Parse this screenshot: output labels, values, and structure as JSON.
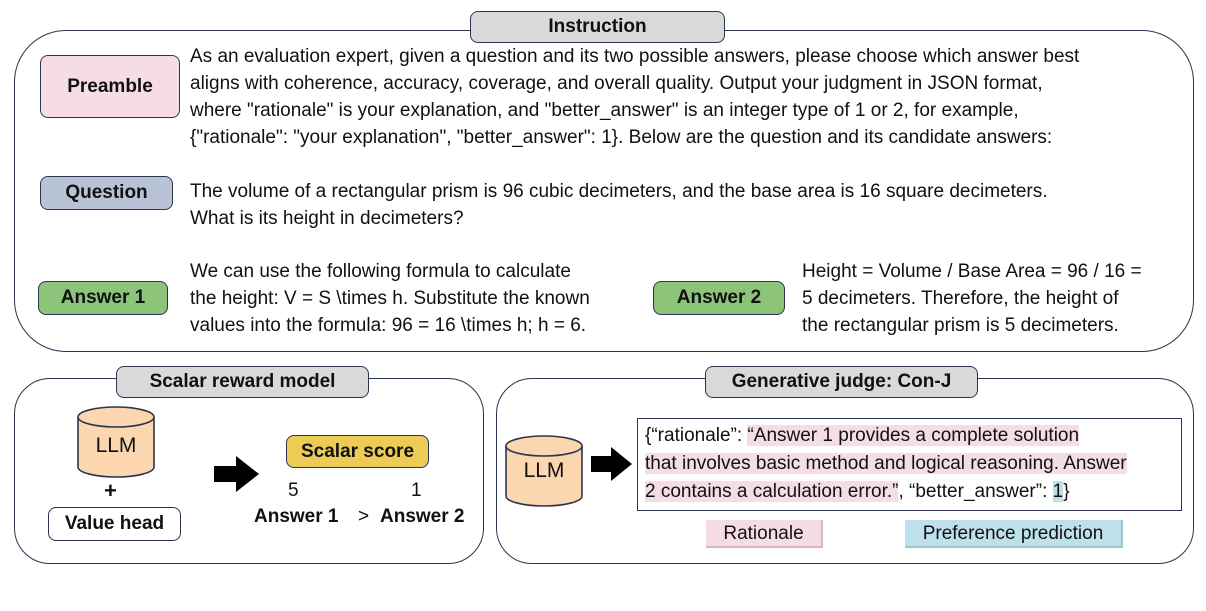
{
  "instruction": {
    "title": "Instruction",
    "preamble_tag": "Preamble",
    "preamble_lines": [
      "As an evaluation expert, given a question and its two possible answers, please choose which answer best",
      "aligns with coherence, accuracy, coverage, and overall quality. Output your judgment in JSON format,",
      "where \"rationale\" is your explanation, and \"better_answer\" is an integer type of 1 or 2, for example,",
      "{\"rationale\": \"your explanation\", \"better_answer\": 1}. Below are the question and its candidate answers:"
    ],
    "question_tag": "Question",
    "question_lines": [
      "The volume of a rectangular prism is 96 cubic decimeters, and the base area is 16 square decimeters.",
      "What is its height in decimeters?"
    ],
    "answer1_tag": "Answer 1",
    "answer1_lines": [
      "We can use the following formula to calculate",
      "the height: V = S \\times h. Substitute the known",
      "values into the formula: 96 = 16 \\times h; h = 6."
    ],
    "answer2_tag": "Answer 2",
    "answer2_lines": [
      "Height = Volume / Base Area = 96 / 16 =",
      "5 decimeters. Therefore, the height of",
      "the rectangular prism is 5 decimeters."
    ]
  },
  "scalar": {
    "title": "Scalar reward model",
    "llm_label": "LLM",
    "plus": "+",
    "value_head": "Value head",
    "score_tag": "Scalar score",
    "score1": "5",
    "score2": "1",
    "answer1": "Answer 1",
    "compare": ">",
    "answer2": "Answer 2"
  },
  "generative": {
    "title": "Generative judge: Con-J",
    "llm_label": "LLM",
    "output_line1_prefix": "{“rationale”: ",
    "output_line1_hl": "“Answer 1 provides a complete solution",
    "output_line2_hl": "that involves basic method and logical reasoning. Answer",
    "output_line3_hl": "2 contains a calculation error.”",
    "output_line3_mid": ", “better_answer”: ",
    "output_line3_pred": "1",
    "output_line3_end": "}",
    "legend_rationale": "Rationale",
    "legend_preference": "Preference prediction"
  },
  "colors": {
    "preamble": "#f5dce6",
    "question": "#b8c4d6",
    "answer": "#8cc47a",
    "score": "#eccc55",
    "llm": "#fbd6ae",
    "title_gray": "#d9d9d9",
    "rationale_hl": "#f5dce6",
    "preference_hl": "#bde0ea"
  }
}
